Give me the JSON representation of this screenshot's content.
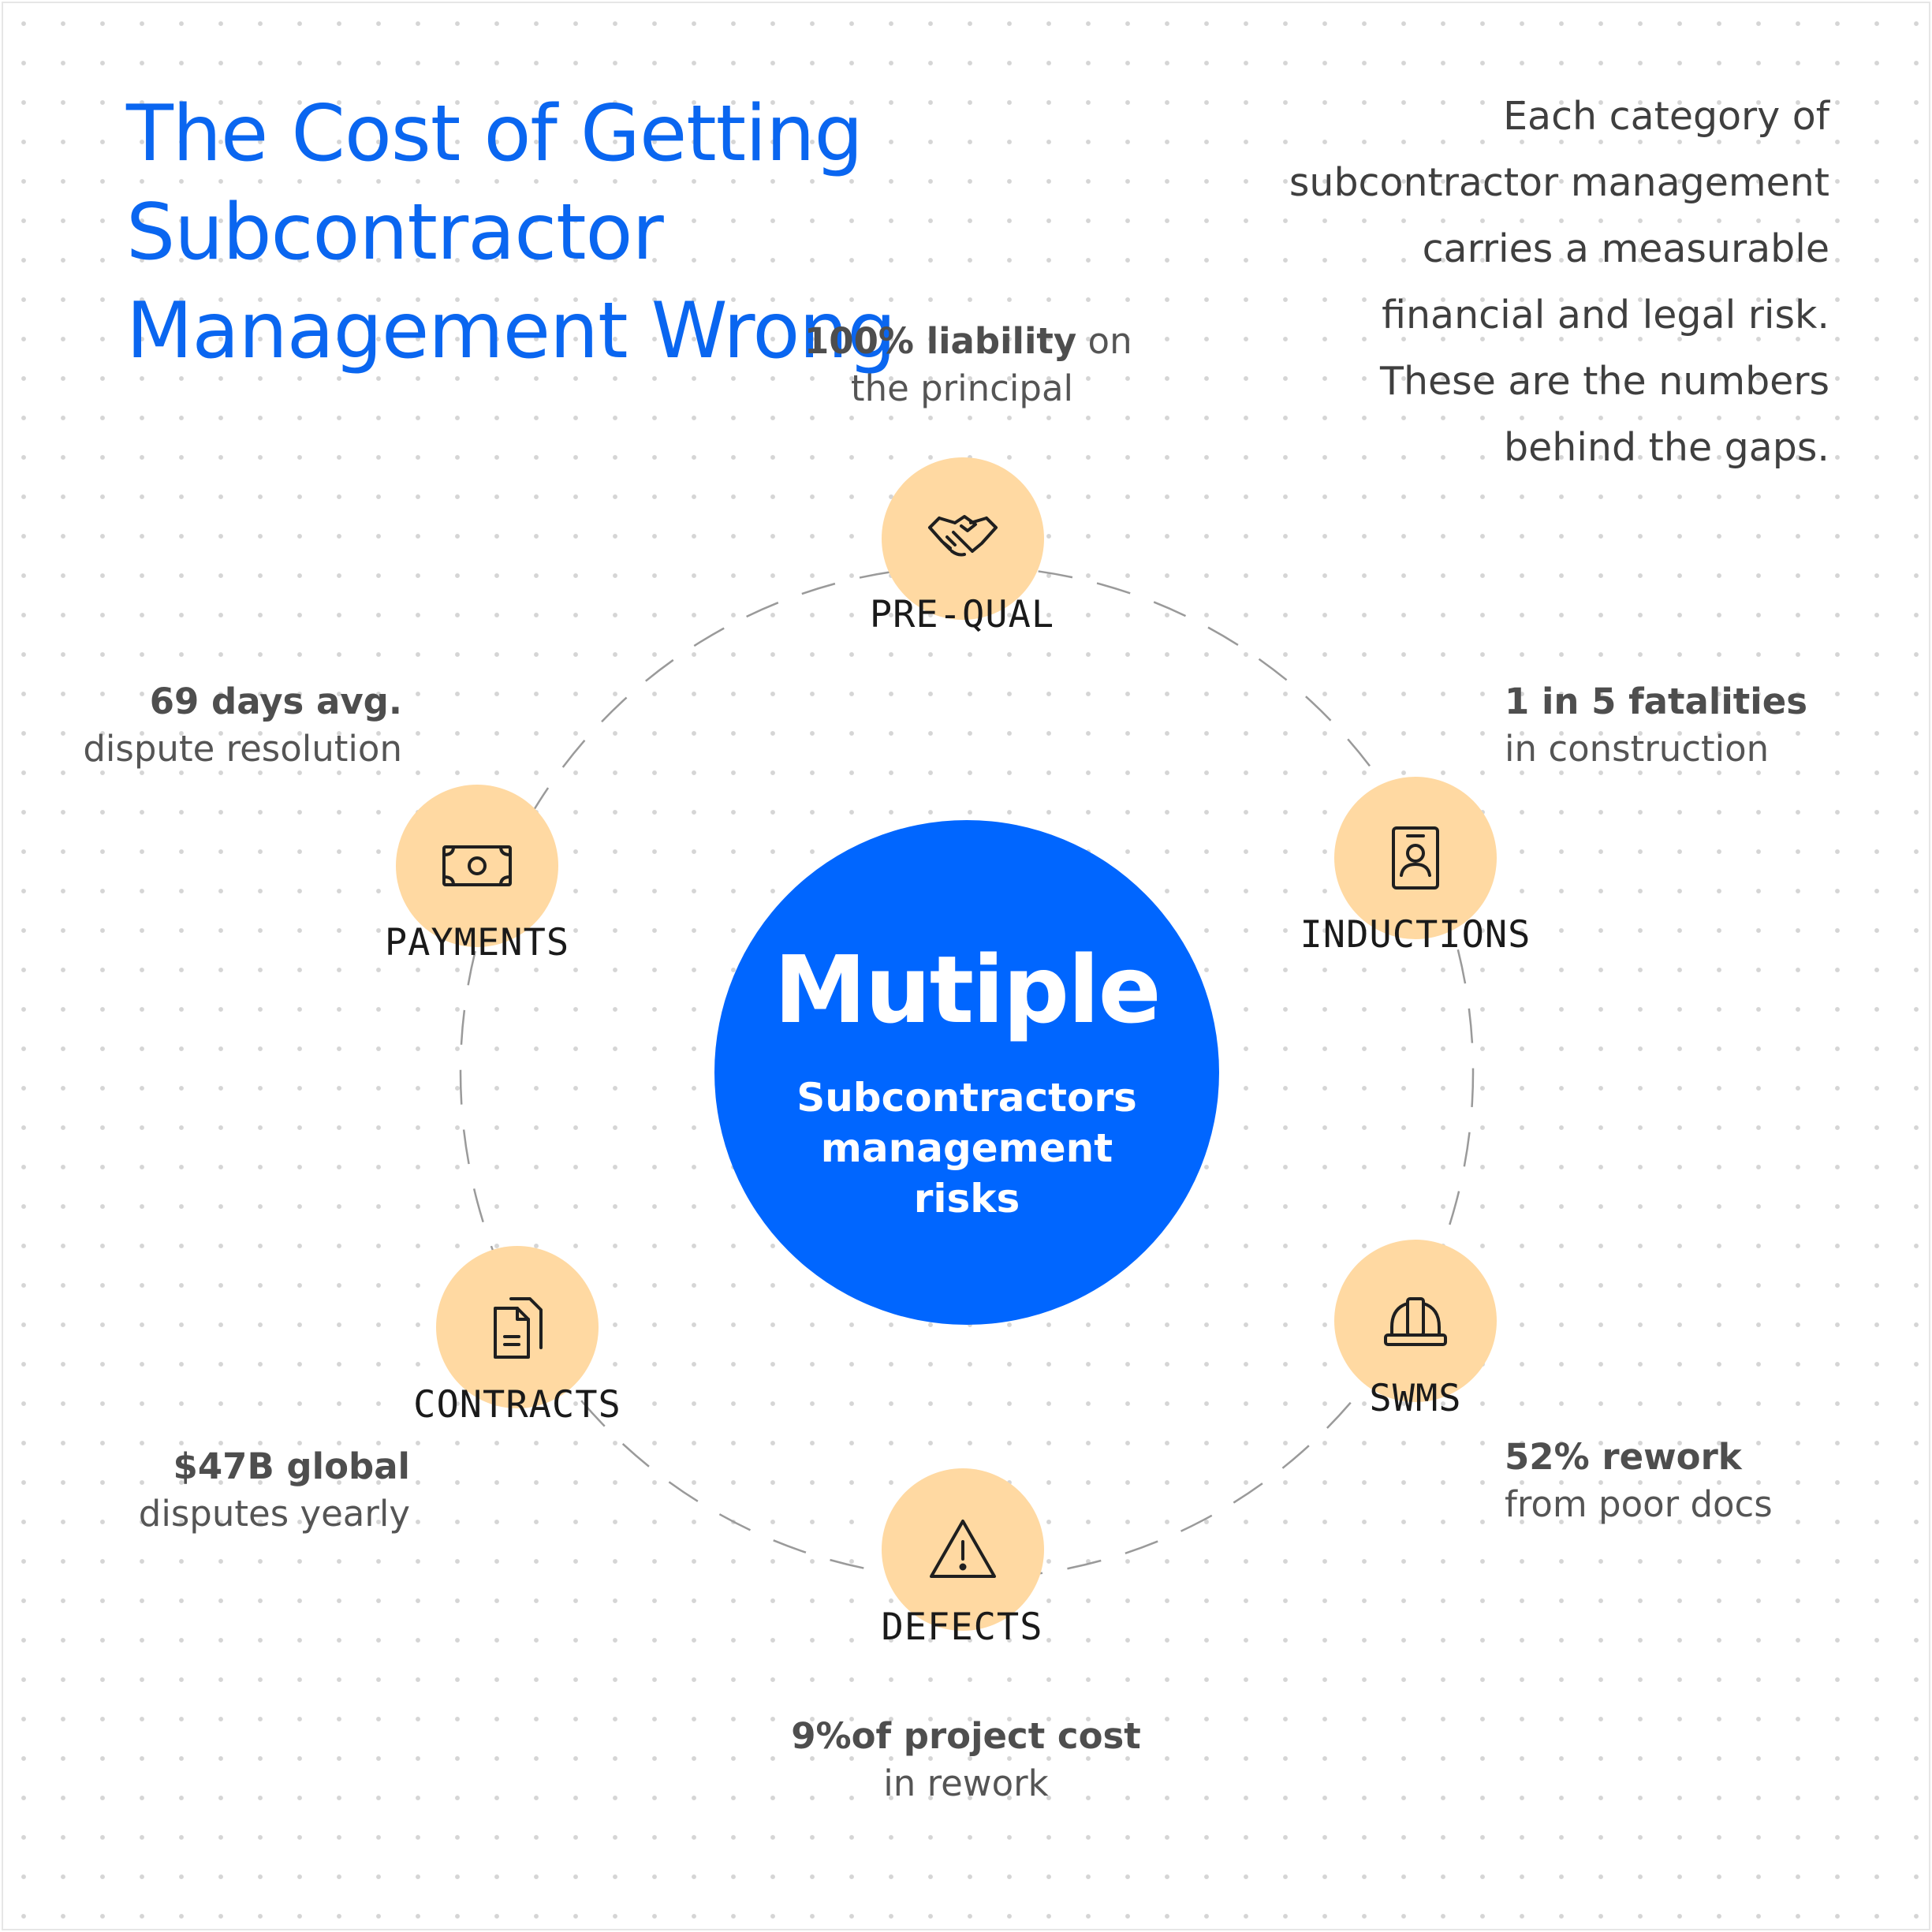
{
  "header": {
    "title": "The Cost of Getting Subcontractor Management Wrong",
    "intro": "Each category of subcontractor management carries a measurable financial and legal risk. These are the numbers behind the gaps."
  },
  "center": {
    "value": "Mutiple",
    "caption": "Subcontractors management risks"
  },
  "categories": [
    {
      "id": "prequal",
      "label": "PRE-QUAL",
      "icon": "handshake-icon",
      "stat_strong": "100% liability",
      "stat_rest_1": " on",
      "stat_rest_2": "the principal"
    },
    {
      "id": "inductions",
      "label": "INDUCTIONS",
      "icon": "id-badge-icon",
      "stat_strong": "1 in 5 fatalities",
      "stat_rest_1": "",
      "stat_rest_2": "in construction"
    },
    {
      "id": "swms",
      "label": "SWMS",
      "icon": "hard-hat-icon",
      "stat_strong": "52% rework",
      "stat_rest_1": "",
      "stat_rest_2": "from poor docs"
    },
    {
      "id": "defects",
      "label": "DEFECTS",
      "icon": "warning-icon",
      "stat_strong": "9%of project cost",
      "stat_rest_1": "",
      "stat_rest_2": "in rework"
    },
    {
      "id": "contracts",
      "label": "CONTRACTS",
      "icon": "documents-icon",
      "stat_strong": "$47B global",
      "stat_rest_1": "",
      "stat_rest_2": "disputes yearly"
    },
    {
      "id": "payments",
      "label": "PAYMENTS",
      "icon": "banknote-icon",
      "stat_strong": "69 days avg.",
      "stat_rest_1": "",
      "stat_rest_2": "dispute resolution"
    }
  ],
  "colors": {
    "accent": "#0066ff",
    "title": "#0a66f0",
    "node_fill": "#ffd9a2",
    "icon_stroke": "#1f1f1f",
    "body_text": "#555555",
    "ring": "#9a9a9a"
  }
}
